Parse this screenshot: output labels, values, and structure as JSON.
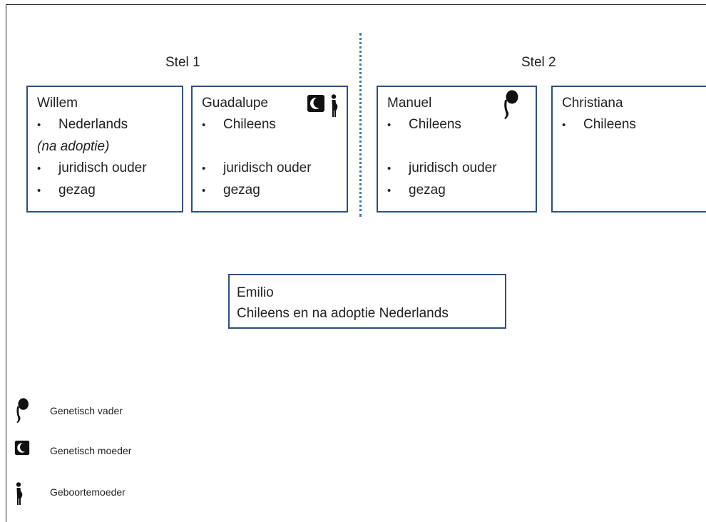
{
  "couples": [
    {
      "title": "Stel 1",
      "persons": [
        {
          "name": "Willem",
          "bullets": [
            "Nederlands"
          ],
          "note": "(na adoptie)",
          "roles": [
            "juridisch ouder",
            "gezag"
          ]
        },
        {
          "name": "Guadalupe",
          "bullets": [
            "Chileens"
          ],
          "roles": [
            "juridisch ouder",
            "gezag"
          ],
          "icons": [
            "genetic-mother-icon",
            "birth-mother-icon"
          ]
        }
      ]
    },
    {
      "title": "Stel 2",
      "persons": [
        {
          "name": "Manuel",
          "bullets": [
            "Chileens"
          ],
          "roles": [
            "juridisch ouder",
            "gezag"
          ],
          "icons": [
            "genetic-father-icon"
          ]
        },
        {
          "name": "Christiana",
          "bullets": [
            "Chileens"
          ],
          "roles": []
        }
      ]
    }
  ],
  "child": {
    "name": "Emilio",
    "nationality": "Chileens en na adoptie Nederlands"
  },
  "legend": [
    {
      "icon": "genetic-father-icon",
      "label": "Genetisch vader"
    },
    {
      "icon": "genetic-mother-icon",
      "label": "Genetisch moeder"
    },
    {
      "icon": "birth-mother-icon",
      "label": "Geboortemoeder"
    }
  ],
  "bullet_symbol": "•",
  "colors": {
    "box_border": "#2f4f82",
    "divider": "#3b78b8",
    "icon": "#111111"
  }
}
